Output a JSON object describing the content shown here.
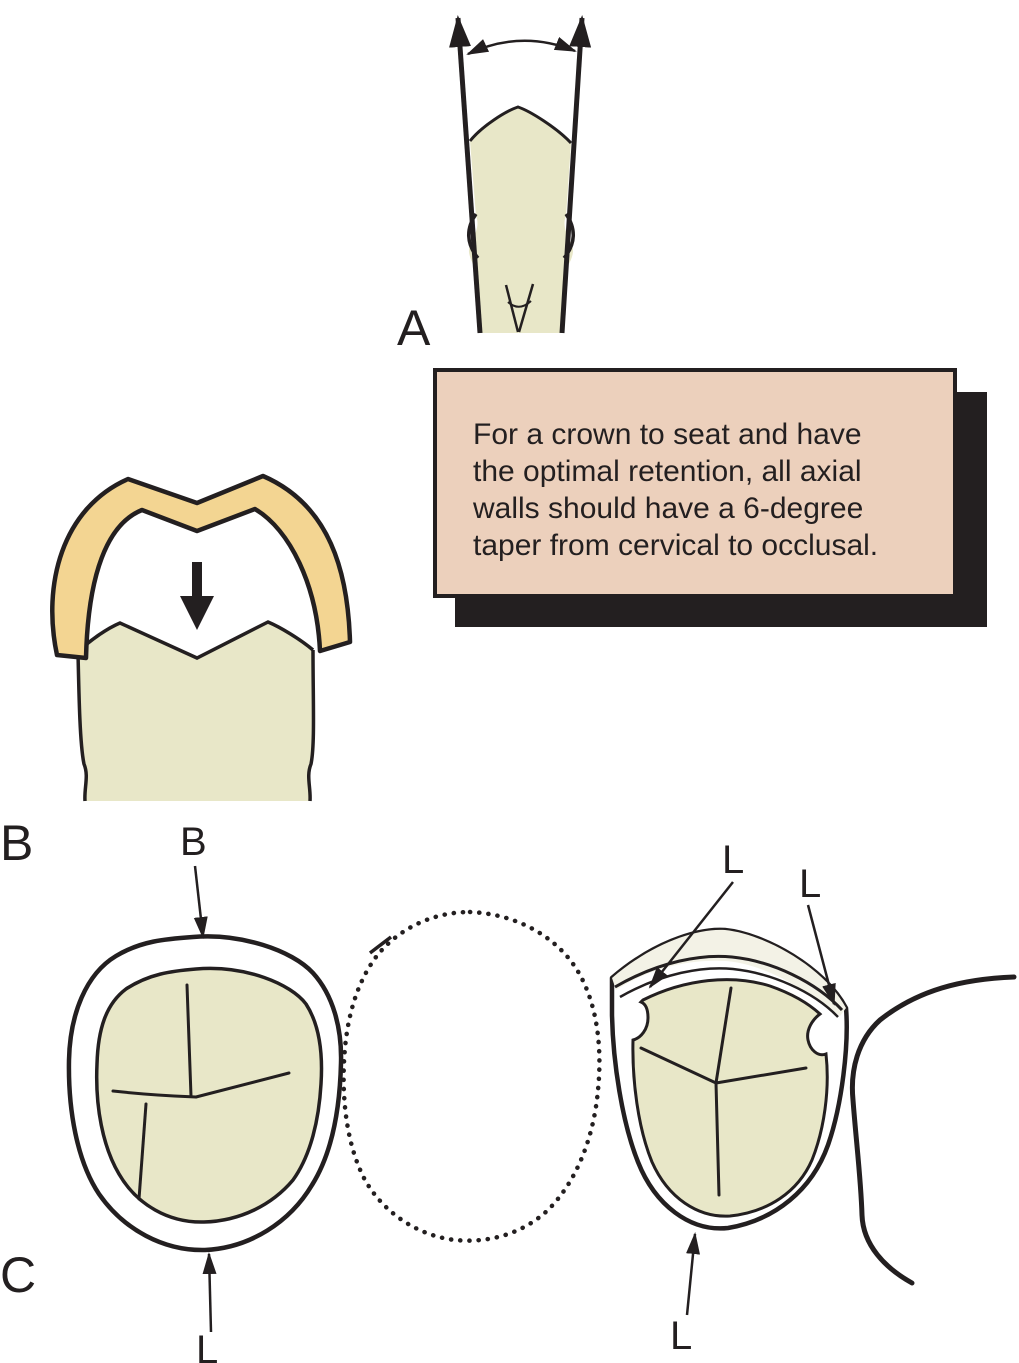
{
  "labels": {
    "panel_a": "A",
    "panel_b": "B",
    "panel_c": "C"
  },
  "annotations": {
    "buccal": "B",
    "lingual_top_left": "L",
    "lingual_top_right": "L",
    "lingual_bottom_left": "L",
    "lingual_bottom_right": "L"
  },
  "callout": {
    "lines": [
      "For a crown to seat and have",
      "the optimal retention, all axial",
      "walls should have a 6-degree",
      "taper from cervical to occlusal."
    ]
  },
  "colors": {
    "line": "#231f20",
    "tooth_fill": "#e8e7c8",
    "crown_fill": "#f3d592",
    "bevel_fill": "#f3f2e6",
    "callout_background": "#ecd0bc",
    "callout_shadow": "#231f20"
  }
}
